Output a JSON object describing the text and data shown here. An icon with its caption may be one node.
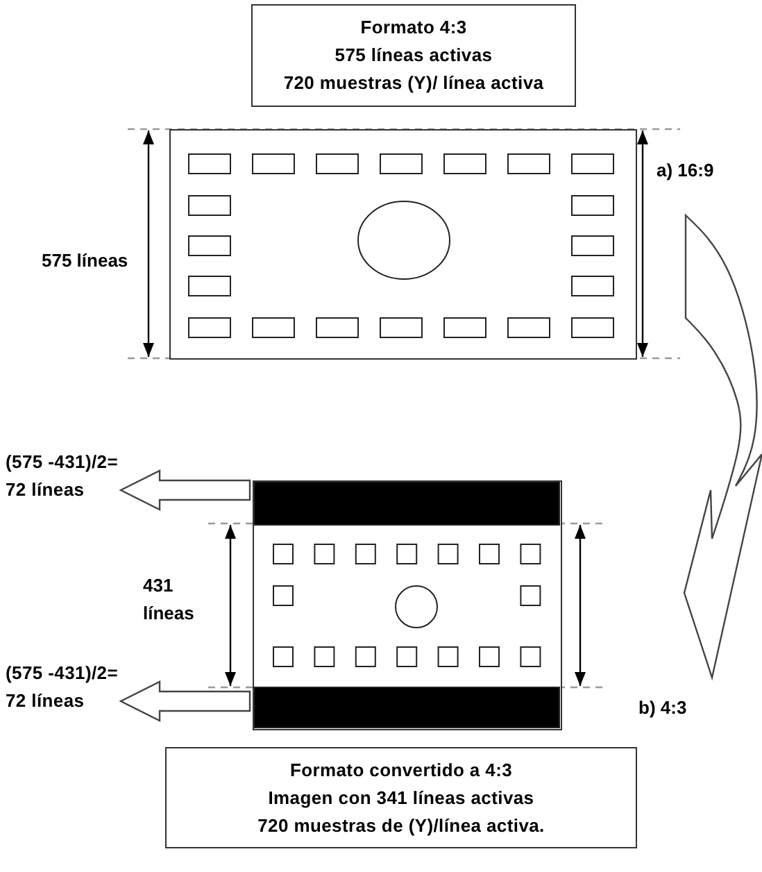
{
  "diagram": {
    "nodes": [
      {
        "text": [
          "Formato 4:3",
          "575 líneas activas",
          "720 muestras (Y)/ línea activa"
        ]
      },
      {
        "text": [],
        "shape": "box"
      },
      {
        "text": [],
        "shape": "box"
      },
      {
        "text": [
          "(575 -431)/2=",
          "72 líneas"
        ]
      },
      {
        "text": [
          "(575 -431)/2=",
          "72 líneas"
        ]
      },
      {
        "text": [
          "Formato convertido a 4:3",
          "Imagen con 341 líneas activas",
          "720 muestras de (Y)/línea activa."
        ]
      }
    ],
    "edges": [
      {
        "from": 1,
        "to": 2,
        "arrow": "to"
      },
      {
        "from": 2,
        "to": 3,
        "arrow": "to"
      },
      {
        "from": 2,
        "to": 4,
        "arrow": "to"
      }
    ],
    "labels": [
      "575 líneas",
      "a) 16:9",
      "431 líneas",
      "b) 4:3"
    ]
  }
}
